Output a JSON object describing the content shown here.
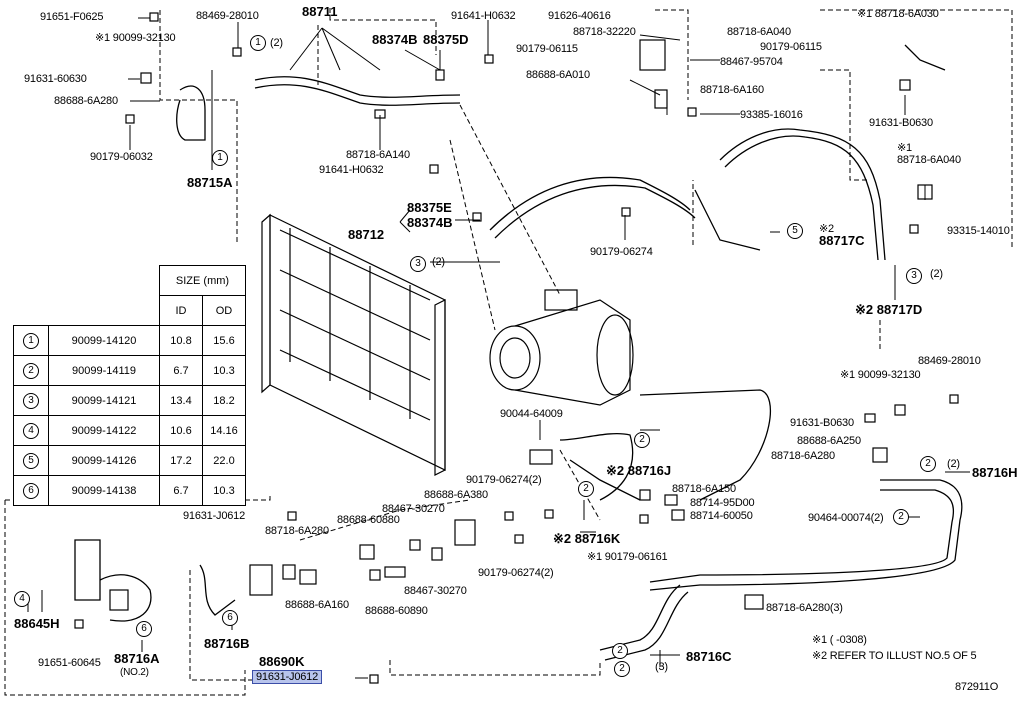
{
  "table": {
    "size_header": "SIZE (mm)",
    "id_header": "ID",
    "od_header": "OD",
    "rows": [
      {
        "no": "1",
        "part": "90099-14120",
        "id": "10.8",
        "od": "15.6"
      },
      {
        "no": "2",
        "part": "90099-14119",
        "id": "6.7",
        "od": "10.3"
      },
      {
        "no": "3",
        "part": "90099-14121",
        "id": "13.4",
        "od": "18.2"
      },
      {
        "no": "4",
        "part": "90099-14122",
        "id": "10.6",
        "od": "14.16"
      },
      {
        "no": "5",
        "part": "90099-14126",
        "id": "17.2",
        "od": "22.0"
      },
      {
        "no": "6",
        "part": "90099-14138",
        "id": "6.7",
        "od": "10.3"
      }
    ]
  },
  "labels": {
    "l01": "91651-F0625",
    "l02": "※1 90099-32130",
    "l03": "91631-60630",
    "l04": "88688-6A280",
    "l05": "90179-06032",
    "l06": "88715A",
    "l07": "88469-28010",
    "l08": "(2)",
    "l09": "88711",
    "l10": "88374B",
    "l11": "88375D",
    "l12": "91641-H0632",
    "l13": "88718-6A140",
    "l14": "91641-H0632",
    "l15": "88375E",
    "l16": "88374B",
    "l17": "88712",
    "l18": "(2)",
    "l19": "91626-40616",
    "l20": "88718-32220",
    "l21": "88718-6A040",
    "l22": "90179-06115",
    "l23": "90179-06115",
    "l24": "88467-95704",
    "l25": "88688-6A010",
    "l26": "88718-6A160",
    "l27": "93385-16016",
    "l28": "90179-06274",
    "l29": "※1 88718-6A030",
    "l30": "91631-B0630",
    "l31": "※1",
    "l32": "88718-6A040",
    "l33": "93315-14010",
    "l34": "※2",
    "l35": "88717C",
    "l36": "(2)",
    "l37": "※2 88717D",
    "l38": "※1 90099-32130",
    "l39": "88469-28010",
    "l40": "91631-B0630",
    "l41": "90044-64009",
    "l42": "88688-6A250",
    "l43": "88718-6A280",
    "l44": "(2)",
    "l45": "88716H",
    "l46": "※2 88716J",
    "l47": "88718-6A150",
    "l48": "88714-95D00",
    "l49": "88714-60050",
    "l50": "90464-00074(2)",
    "l51": "90179-06274(2)",
    "l52": "88688-6A380",
    "l53": "88467-30270",
    "l54": "88688-60880",
    "l55": "91631-J0612",
    "l56": "88718-6A280",
    "l57": "88688-6A160",
    "l58": "※2 88716K",
    "l59": "※1 90179-06161",
    "l60": "90179-06274(2)",
    "l61": "88467-30270",
    "l62": "88688-60890",
    "l63": "88718-6A280(3)",
    "l64": "88645H",
    "l65": "91651-60645",
    "l66": "88716A",
    "l67": "(NO.2)",
    "l68": "88716B",
    "l69": "88690K",
    "l70": "91631-J0612",
    "l71": "(3)",
    "l72": "88716C",
    "l73": "※1 (      -0308)",
    "l74": "※2 REFER TO ILLUST NO.5 OF 5",
    "l75": "872911O"
  },
  "callouts": [
    "1",
    "1",
    "3",
    "5",
    "3",
    "2",
    "2",
    "2",
    "2",
    "4",
    "6",
    "6",
    "2",
    "2"
  ]
}
